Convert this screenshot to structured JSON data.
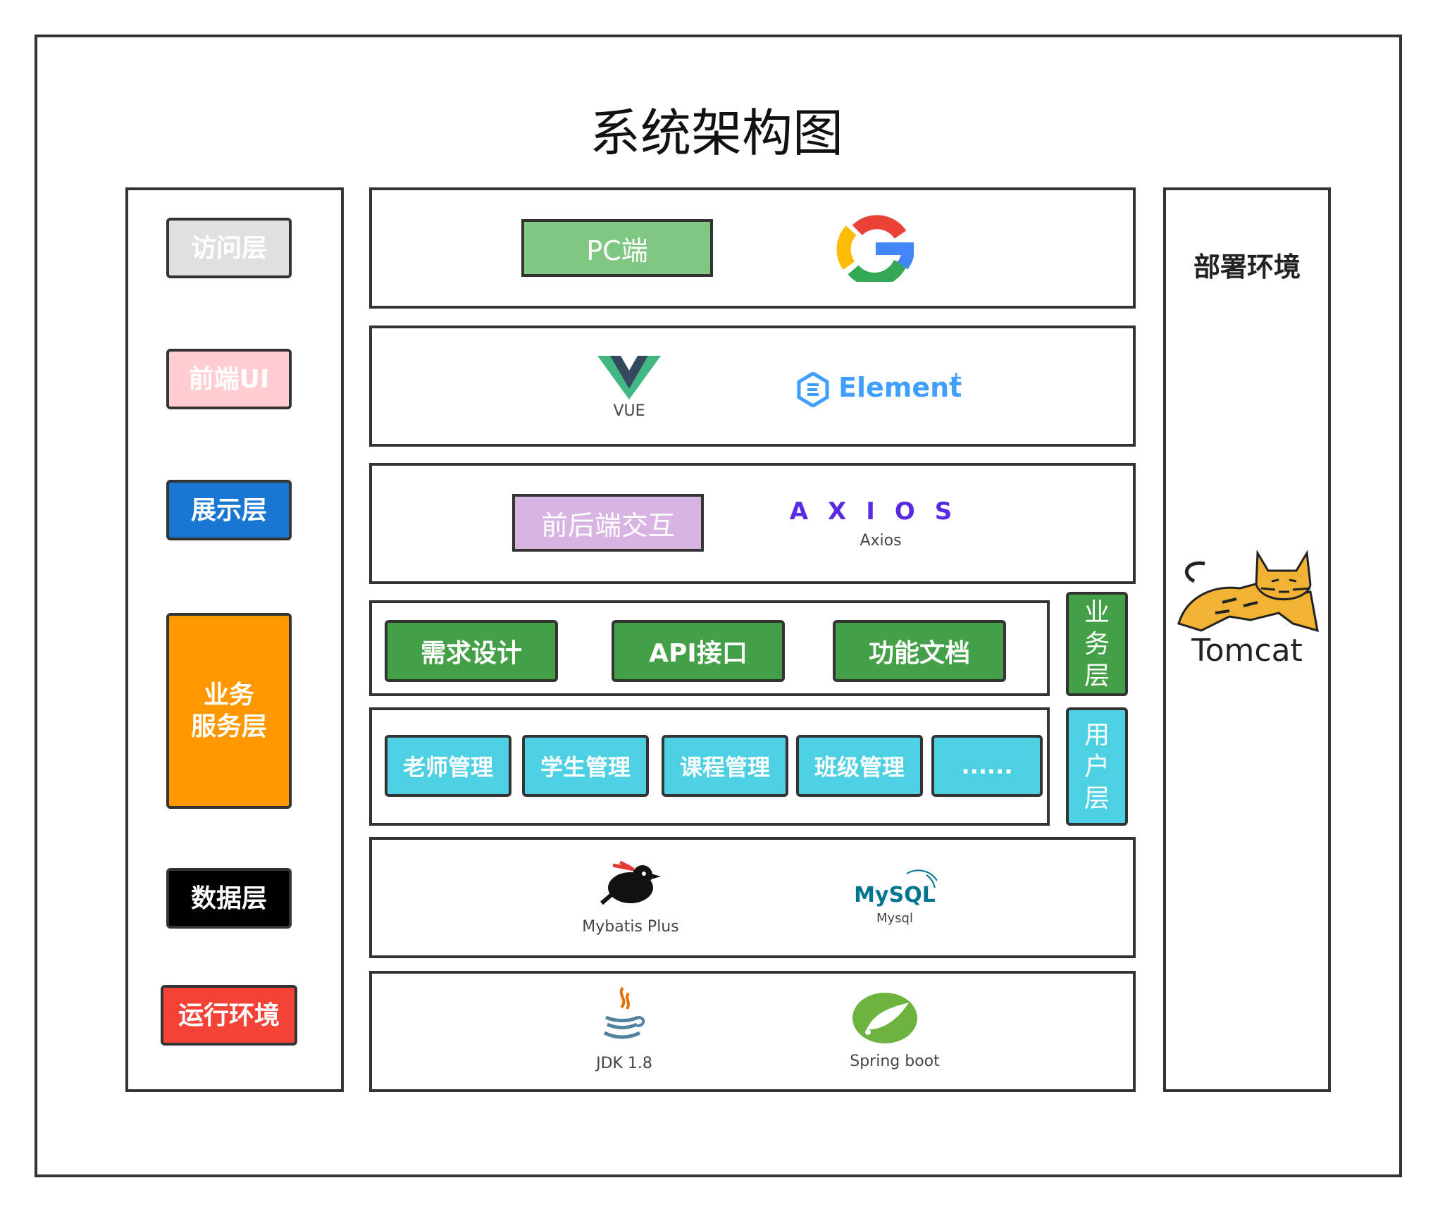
{
  "title": "系统架构图",
  "left_labels": {
    "access": "访问层",
    "frontend_ui": "前端UI",
    "display": "展示层",
    "business_service": [
      "业务",
      "服务层"
    ],
    "data": "数据层",
    "runtime": "运行环境"
  },
  "access_layer": {
    "pc": "PC端",
    "browser_icon": "google-chrome-logo"
  },
  "ui_layer": {
    "vue_caption": "VUE",
    "element_text": "Element"
  },
  "interaction_layer": {
    "box": "前后端交互",
    "axios_logo": "AXIOS",
    "axios_caption": "Axios"
  },
  "business_layer": {
    "items": [
      "需求设计",
      "API接口",
      "功能文档"
    ],
    "side_tag": [
      "业",
      "务",
      "层"
    ]
  },
  "user_layer": {
    "items": [
      "老师管理",
      "学生管理",
      "课程管理",
      "班级管理",
      "......"
    ],
    "side_tag": [
      "用",
      "户",
      "层"
    ]
  },
  "data_layer": {
    "mybatis_caption": "Mybatis Plus",
    "mysql_logo": "MySQL",
    "mysql_caption": "Mysql"
  },
  "runtime_layer": {
    "jdk_caption": "JDK 1.8",
    "spring_caption": "Spring boot"
  },
  "deploy": {
    "title": "部署环境",
    "tomcat": "Tomcat"
  },
  "colors": {
    "access": "#e0e0e0",
    "frontend_ui": "#ffcdd2",
    "display": "#1976d2",
    "business_service": "#ff9800",
    "data": "#000000",
    "runtime": "#f44336",
    "pc": "#81c784",
    "interaction": "#d8b4e2",
    "green": "#43a047",
    "cyan": "#4dd0e1"
  }
}
